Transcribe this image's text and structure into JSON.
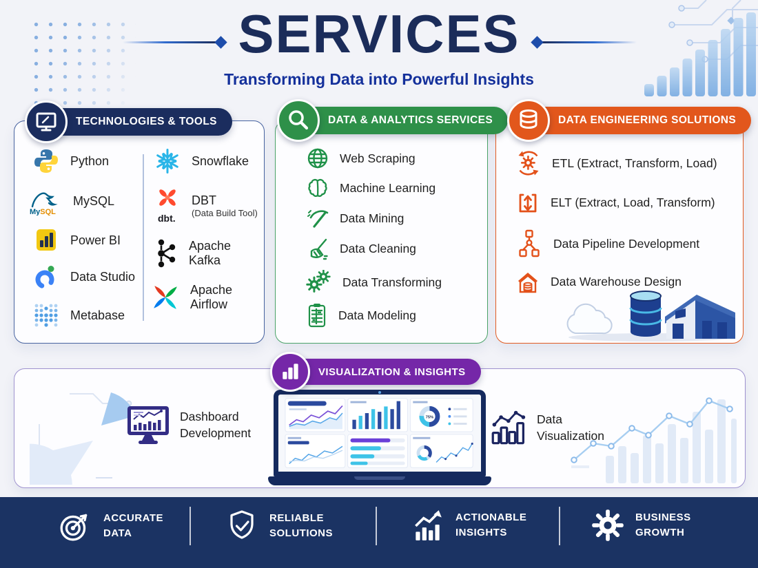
{
  "header": {
    "title": "SERVICES",
    "subtitle": "Transforming Data into Powerful Insights"
  },
  "sections": {
    "tech": {
      "title": "TECHNOLOGIES & TOOLS",
      "icon": "monitor-pencil-icon",
      "left": [
        {
          "label": "Python",
          "icon": "python-icon"
        },
        {
          "label": "MySQL",
          "icon": "mysql-icon"
        },
        {
          "label": "Power BI",
          "icon": "powerbi-icon"
        },
        {
          "label": "Data Studio",
          "icon": "datastudio-icon"
        },
        {
          "label": "Metabase",
          "icon": "metabase-icon"
        }
      ],
      "right": [
        {
          "label": "Snowflake",
          "icon": "snowflake-icon"
        },
        {
          "label": "DBT",
          "sub": "(Data Build Tool)",
          "icon": "dbt-icon"
        },
        {
          "label": "Apache Kafka",
          "icon": "kafka-icon"
        },
        {
          "label": "Apache Airflow",
          "icon": "airflow-icon"
        }
      ]
    },
    "analytics": {
      "title": "DATA & ANALYTICS SERVICES",
      "icon": "magnifier-icon",
      "items": [
        {
          "label": "Web Scraping",
          "icon": "globe-icon"
        },
        {
          "label": "Machine Learning",
          "icon": "brain-icon"
        },
        {
          "label": "Data Mining",
          "icon": "pickaxe-icon"
        },
        {
          "label": "Data Cleaning",
          "icon": "broom-icon"
        },
        {
          "label": "Data Transforming",
          "icon": "gears-icon"
        },
        {
          "label": "Data Modeling",
          "icon": "spreadsheet-icon"
        }
      ]
    },
    "engineering": {
      "title": "DATA ENGINEERING SOLUTIONS",
      "icon": "database-icon",
      "items": [
        {
          "label": "ETL (Extract, Transform, Load)",
          "icon": "etl-cycle-icon"
        },
        {
          "label": "ELT (Extract, Load, Transform)",
          "icon": "elt-box-icon"
        },
        {
          "label": "Data Pipeline Development",
          "icon": "pipeline-icon"
        },
        {
          "label": "Data Warehouse Design",
          "icon": "warehouse-icon"
        }
      ]
    },
    "visualization": {
      "title": "VISUALIZATION & INSIGHTS",
      "icon": "bar-chart-icon",
      "dashboard_label": "Dashboard Development",
      "dataviz_label": "Data Visualization",
      "laptop_donut_value": "75%"
    }
  },
  "footer": {
    "items": [
      {
        "line1": "ACCURATE",
        "line2": "DATA",
        "icon": "target-arrow-icon"
      },
      {
        "line1": "RELIABLE",
        "line2": "SOLUTIONS",
        "icon": "shield-check-icon"
      },
      {
        "line1": "ACTIONABLE",
        "line2": "INSIGHTS",
        "icon": "growth-chart-icon"
      },
      {
        "line1": "BUSINESS",
        "line2": "GROWTH",
        "icon": "gear-icon"
      }
    ]
  },
  "colors": {
    "navy": "#1b2d5e",
    "royal_blue": "#14309b",
    "green": "#2e9049",
    "orange": "#e2571c",
    "purple": "#7527a8",
    "footer_navy": "#1b3363",
    "cyan": "#29b5e8"
  }
}
